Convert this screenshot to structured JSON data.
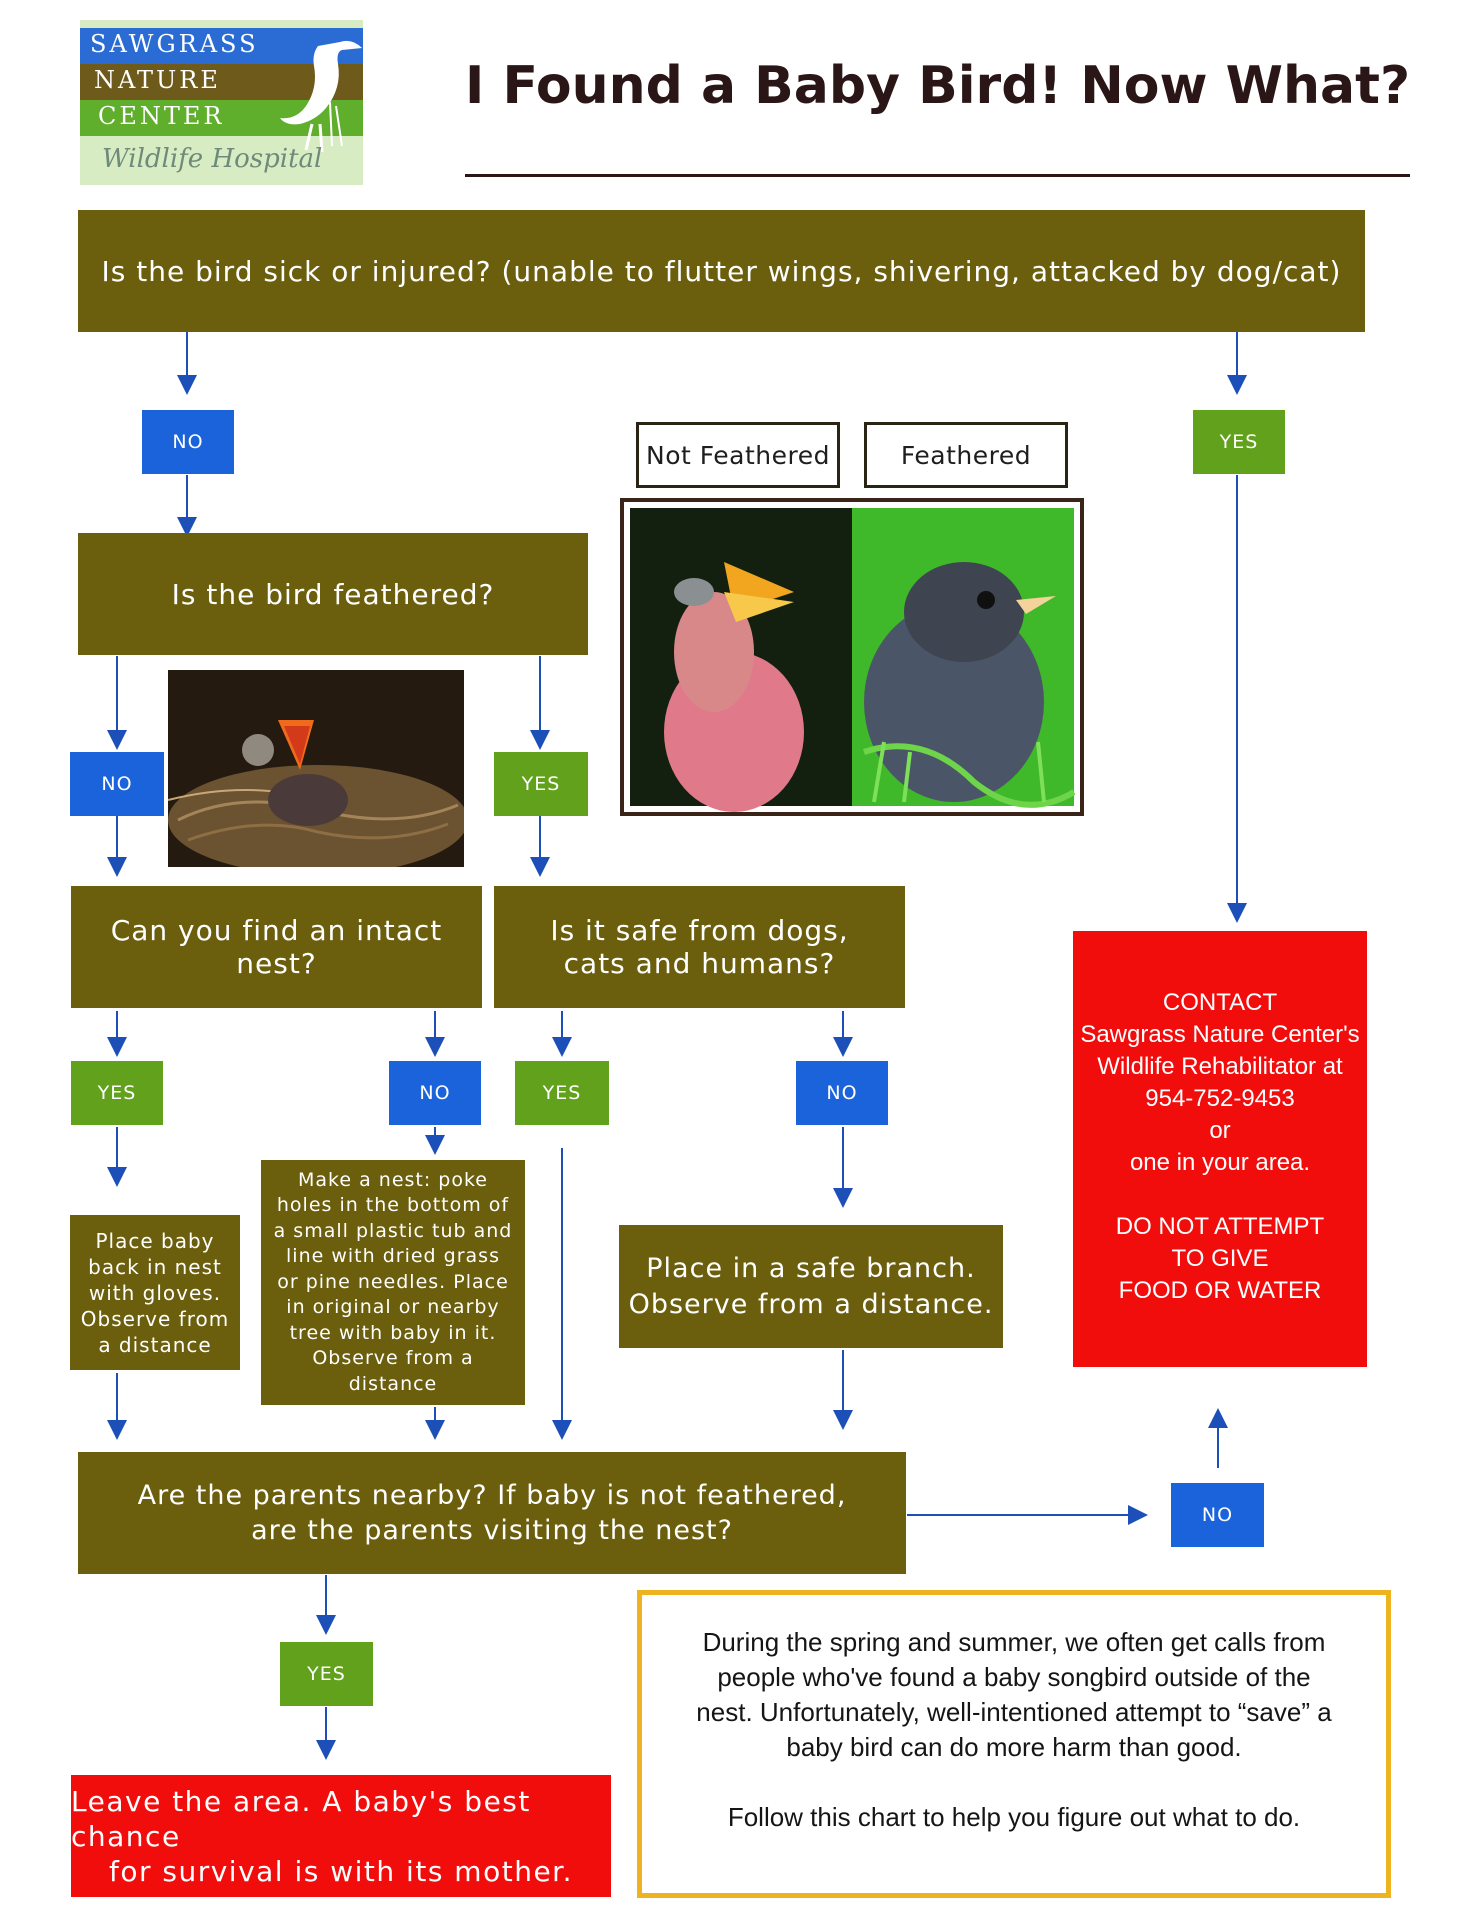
{
  "logo": {
    "line1": "SAWGRASS",
    "line2": "NATURE",
    "line3": "CENTER",
    "line4": "Wildlife Hospital"
  },
  "title": "I Found a Baby Bird! Now What?",
  "labels": {
    "no": "NO",
    "yes": "YES",
    "not_feathered": "Not Feathered",
    "feathered": "Feathered"
  },
  "questions": {
    "sick": "Is the bird sick or injured? (unable to flutter wings, shivering, attacked by dog/cat)",
    "feathered": "Is the bird feathered?",
    "nest": "Can you find an intact nest?",
    "safe": "Is it safe from dogs, cats and humans?",
    "parents_line1": "Are the parents nearby? If baby is not feathered,",
    "parents_line2": "are the parents visiting the nest?"
  },
  "actions": {
    "place_back": "Place baby back in nest with gloves. Observe from a distance",
    "make_nest": "Make a nest: poke holes in the bottom of a small plastic tub and line with dried grass or pine needles. Place in original or nearby tree with baby in it. Observe from a distance",
    "safe_branch_line1": "Place in a safe branch.",
    "safe_branch_line2": "Observe from a distance.",
    "leave_line1": "Leave the area. A baby's best chance",
    "leave_line2": "for survival is with its mother."
  },
  "contact": {
    "line1": "CONTACT",
    "line2": "Sawgrass Nature Center's",
    "line3": "Wildlife Rehabilitator at",
    "phone": "954-752-9453",
    "line5": "or",
    "line6": "one in your area.",
    "warn1": "DO NOT ATTEMPT",
    "warn2": "TO GIVE",
    "warn3": "FOOD OR WATER"
  },
  "info": {
    "paragraph": "During the spring and summer, we often get calls from people who've found a baby songbird outside of the nest.  Unfortunately, well-intentioned attempt to “save” a baby bird can do more harm than good.",
    "cta": "Follow this chart to help you figure out what to do."
  },
  "colors": {
    "olive": "#6b5e0d",
    "blue": "#1a63db",
    "green": "#62a11c",
    "red": "#f20d0d",
    "gold": "#f0b320",
    "arrow": "#1d4fb8"
  }
}
